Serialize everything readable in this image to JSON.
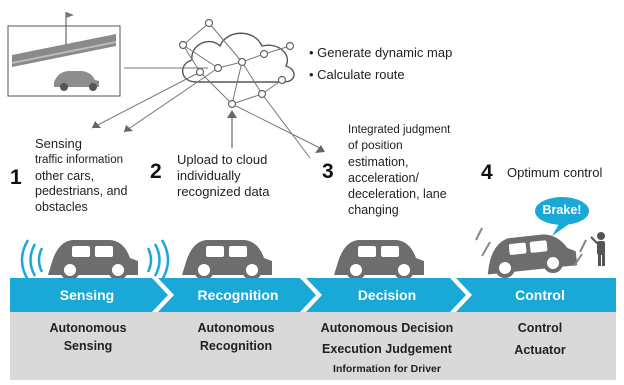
{
  "cloud_bullets": [
    "Generate dynamic map",
    "Calculate route"
  ],
  "steps": [
    {
      "number": "1",
      "title": "Sensing",
      "lines": [
        "traffic information",
        "other cars,",
        "pedestrians, and",
        "obstacles"
      ]
    },
    {
      "number": "2",
      "title": "Upload to cloud",
      "lines": [
        "individually",
        "recognized data"
      ]
    },
    {
      "number": "3",
      "title": "Integrated judgment",
      "lines": [
        "of position",
        "estimation,",
        "acceleration/",
        "deceleration, lane",
        "changing"
      ]
    },
    {
      "number": "4",
      "title": "Optimum control",
      "lines": []
    }
  ],
  "brake_bubble": "Brake!",
  "stages": [
    "Sensing",
    "Recognition",
    "Decision",
    "Control"
  ],
  "bottom": [
    [
      "Autonomous",
      "Sensing"
    ],
    [
      "Autonomous",
      "Recognition"
    ],
    [
      "Autonomous Decision",
      "Execution Judgement",
      "Information for Driver"
    ],
    [
      "Control",
      "Actuator"
    ]
  ],
  "colors": {
    "band": "#1aa9d6",
    "bottom_box": "#d9d9d9",
    "car": "#6d6d6d",
    "bubble": "#1aa9d6",
    "network": "#777777"
  }
}
